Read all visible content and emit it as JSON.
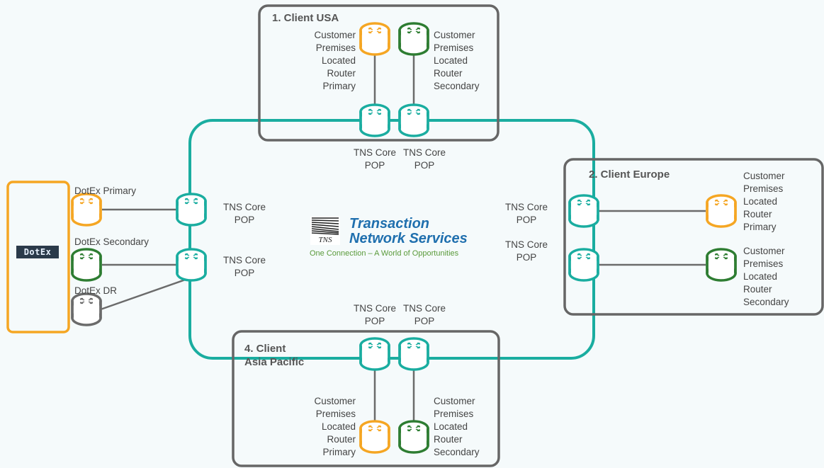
{
  "diagram": {
    "regions": {
      "usa": "1. Client USA",
      "europe": "2. Client Europe",
      "apac": "4. Client\n    Asia Pacific"
    },
    "tns_logo": {
      "mark": "TNS",
      "name": "Transaction\nNetwork Services",
      "tagline": "One Connection – A World of Opportunities"
    },
    "dotex": {
      "logo": "DotEx",
      "primary": "DotEx Primary",
      "secondary": "DotEx Secondary",
      "dr": "DotEx DR"
    },
    "labels": {
      "cpe_primary": "Customer\nPremises\nLocated\nRouter\nPrimary",
      "cpe_secondary": "Customer\nPremises\nLocated\nRouter\nSecondary",
      "tns_pop": "TNS Core\nPOP"
    },
    "colors": {
      "tns_core": "#1aada0",
      "primary": "#f5a623",
      "secondary": "#2e7d32",
      "dr": "#6b6b6b",
      "box_border": "#666666",
      "dotex_border": "#f5a623"
    }
  }
}
